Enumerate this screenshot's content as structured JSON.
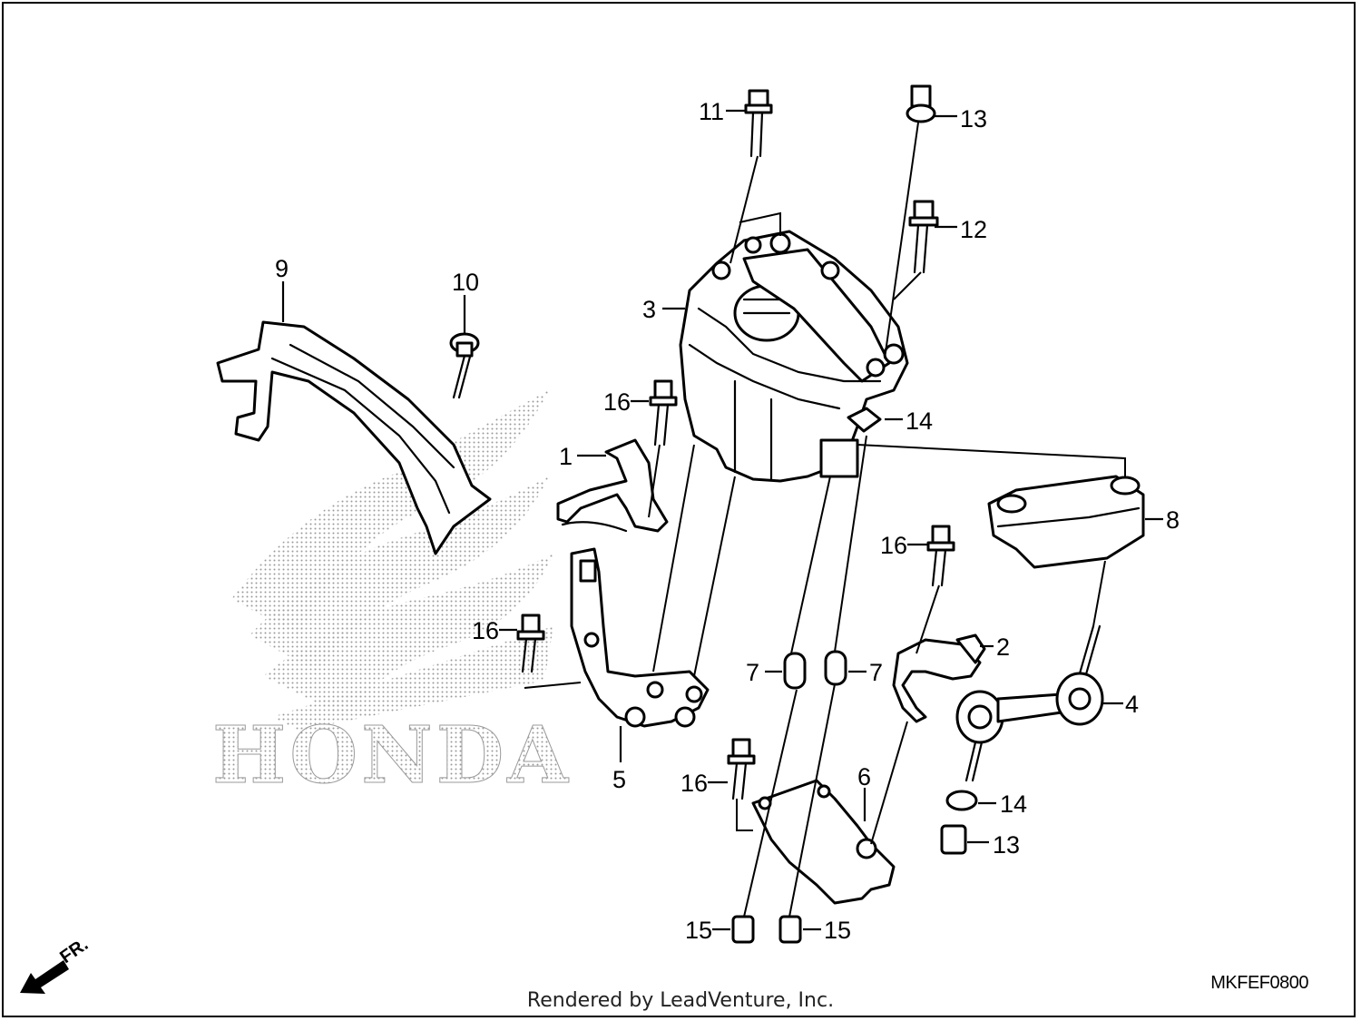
{
  "diagram": {
    "brand_watermark": "HONDA",
    "footer_credit": "Rendered by LeadVenture, Inc.",
    "diagram_code": "MKFEF0800",
    "front_indicator": "FR.",
    "callouts": {
      "c1": "1",
      "c2": "2",
      "c3": "3",
      "c4": "4",
      "c5": "5",
      "c6": "6",
      "c7a": "7",
      "c7b": "7",
      "c8": "8",
      "c9": "9",
      "c10": "10",
      "c11": "11",
      "c12": "12",
      "c13a": "13",
      "c13b": "13",
      "c14a": "14",
      "c14b": "14",
      "c15a": "15",
      "c15b": "15",
      "c16a": "16",
      "c16b": "16",
      "c16c": "16",
      "c16d": "16"
    }
  }
}
